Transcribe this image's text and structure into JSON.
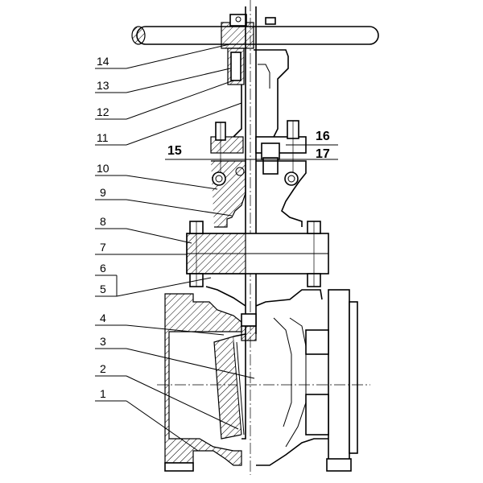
{
  "diagram": {
    "part_labels": [
      {
        "id": "14",
        "text": "14"
      },
      {
        "id": "13",
        "text": "13"
      },
      {
        "id": "12",
        "text": "12"
      },
      {
        "id": "11",
        "text": "11"
      },
      {
        "id": "15",
        "text": "15"
      },
      {
        "id": "16",
        "text": "16"
      },
      {
        "id": "17",
        "text": "17"
      },
      {
        "id": "10",
        "text": "10"
      },
      {
        "id": "9",
        "text": "9"
      },
      {
        "id": "8",
        "text": "8"
      },
      {
        "id": "7",
        "text": "7"
      },
      {
        "id": "6",
        "text": "6"
      },
      {
        "id": "5",
        "text": "5"
      },
      {
        "id": "4",
        "text": "4"
      },
      {
        "id": "3",
        "text": "3"
      },
      {
        "id": "2",
        "text": "2"
      },
      {
        "id": "1",
        "text": "1"
      }
    ]
  }
}
